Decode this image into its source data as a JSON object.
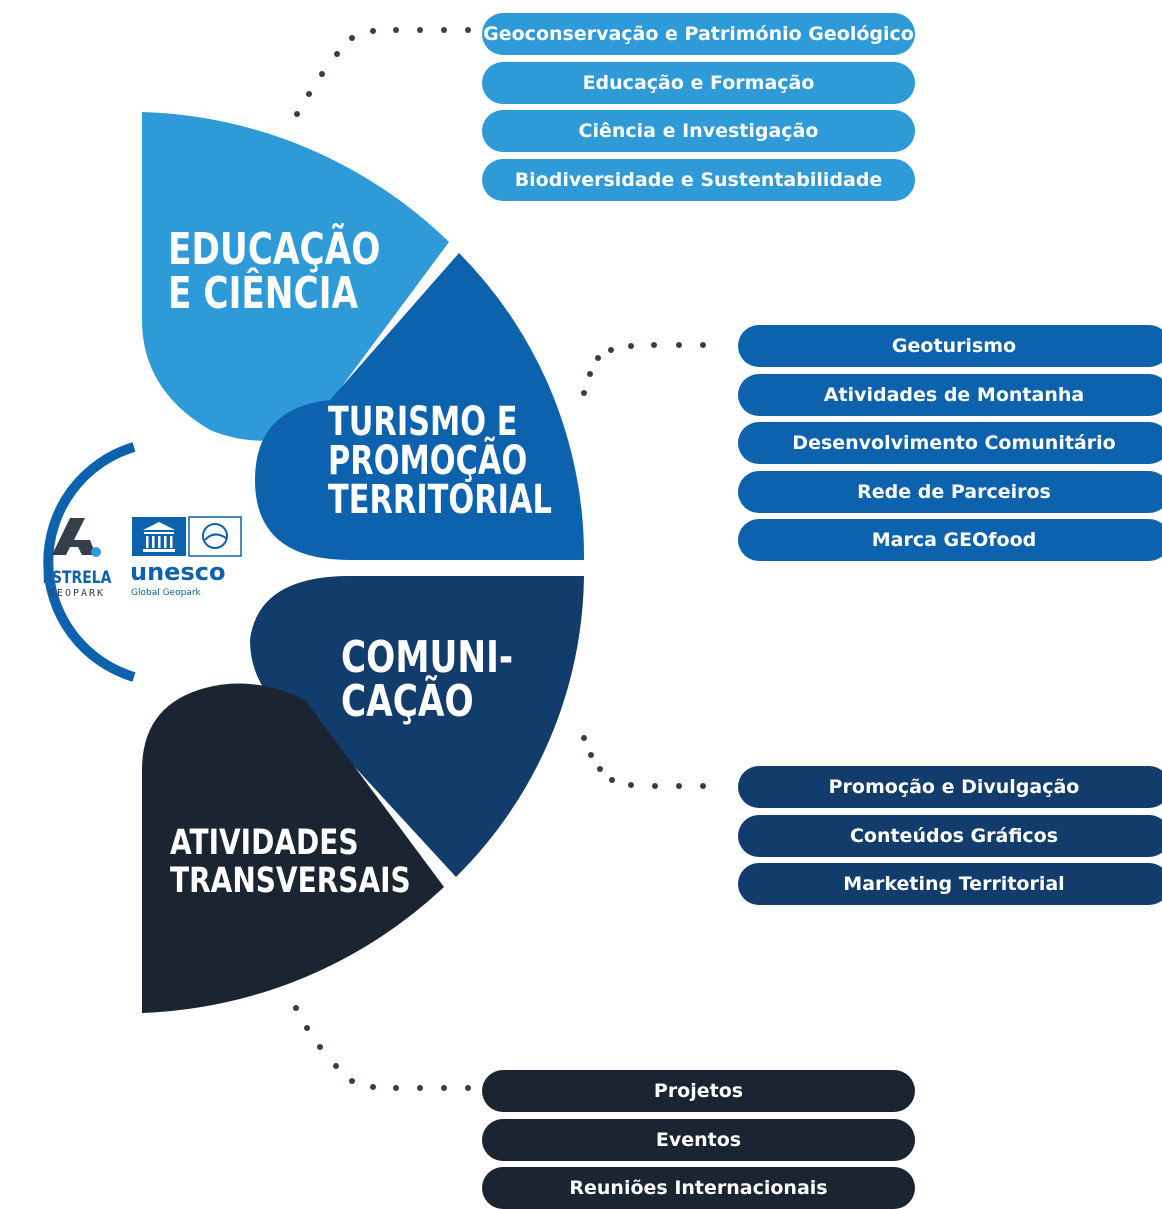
{
  "colors": {
    "educacao": "#2e9ad8",
    "turismo": "#0d62ad",
    "comunicacao": "#123c6b",
    "atividades": "#1b2531",
    "dots": "#333f4a"
  },
  "sectors": {
    "educacao": {
      "line1": "EDUCAÇÃO",
      "line2": "E CIÊNCIA"
    },
    "turismo": {
      "line1": "TURISMO E",
      "line2": "PROMOÇÃO",
      "line3": "TERRITORIAL"
    },
    "comunicacao": {
      "line1": "COMUNI-",
      "line2": "CAÇÃO"
    },
    "atividades": {
      "line1": "ATIVIDADES",
      "line2": "TRANSVERSAIS"
    }
  },
  "logos": {
    "estrela_text": "ESTRELA",
    "geopark_text": "GEOPARK",
    "unesco_text": "unesco",
    "global_geopark_text": "Global Geopark"
  },
  "groups": {
    "educacao": [
      "Geoconservação e Património Geológico",
      "Educação e Formação",
      "Ciência e Investigação",
      "Biodiversidade e Sustentabilidade"
    ],
    "turismo": [
      "Geoturismo",
      "Atividades de Montanha",
      "Desenvolvimento Comunitário",
      "Rede de Parceiros",
      "Marca GEOfood"
    ],
    "comunicacao": [
      "Promoção e Divulgação",
      "Conteúdos Gráficos",
      "Marketing Territorial"
    ],
    "atividades": [
      "Projetos",
      "Eventos",
      "Reuniões Internacionais"
    ]
  }
}
